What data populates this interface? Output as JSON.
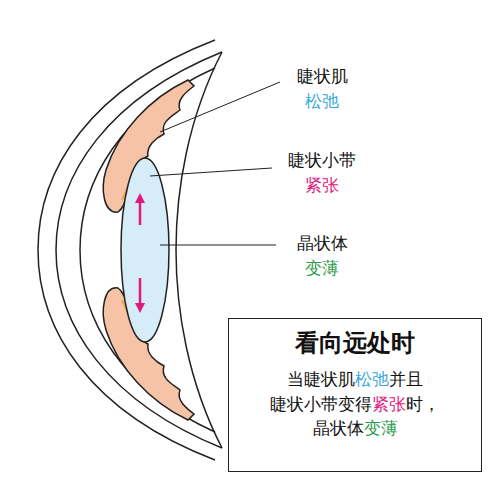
{
  "diagram": {
    "nodes": [
      {
        "text": [
          "看向远处时",
          "当睫状肌松弛并且 睫状小带变得紧张时， 晶状体变薄"
        ]
      }
    ],
    "labels": [
      "睫状肌",
      "松弛",
      "睫状小带",
      "紧张",
      "晶状体",
      "变薄"
    ]
  }
}
